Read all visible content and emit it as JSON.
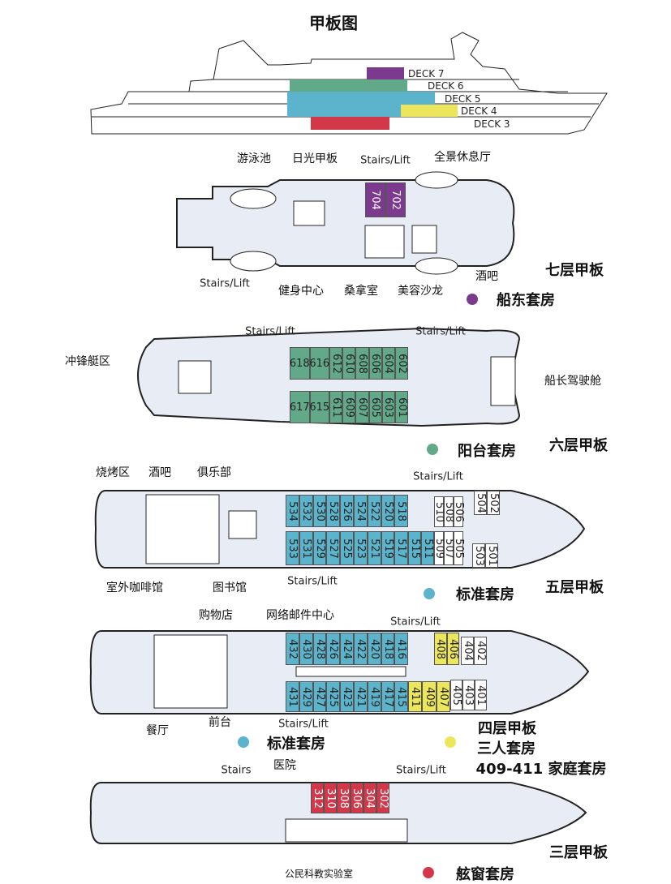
{
  "title": "甲板图",
  "colors": {
    "owner": "#7b3a8e",
    "balcony": "#62a98a",
    "standard": "#5bb4cb",
    "triple": "#ece65c",
    "porthole": "#d2374a",
    "deck_fill": "#e8edf5",
    "white": "#ffffff"
  },
  "profile": {
    "decks": [
      "DECK 7",
      "DECK 6",
      "DECK 5",
      "DECK 4",
      "DECK 3"
    ]
  },
  "deck7": {
    "name": "七层甲板",
    "labels": {
      "pool": "游泳池",
      "sun_deck": "日光甲板",
      "stairs_top": "Stairs/Lift",
      "lounge": "全景休息厅",
      "stairs_bottom": "Stairs/Lift",
      "gym": "健身中心",
      "sauna": "桑拿室",
      "salon": "美容沙龙",
      "bar": "酒吧"
    },
    "legend": "船东套房",
    "cabins": [
      "704",
      "702"
    ]
  },
  "deck6": {
    "name": "六层甲板",
    "labels": {
      "stairs_a": "Stairs/Lift",
      "stairs_b": "Stairs/Lift",
      "zodiac": "冲锋艇区",
      "bridge": "船长驾驶舱"
    },
    "legend": "阳台套房",
    "cabins_top_wide": [
      "618",
      "616"
    ],
    "cabins_top": [
      "612",
      "610",
      "608",
      "606",
      "604",
      "602"
    ],
    "cabins_bottom_wide": [
      "617",
      "615"
    ],
    "cabins_bottom": [
      "611",
      "609",
      "607",
      "605",
      "603",
      "601"
    ]
  },
  "deck5": {
    "name": "五层甲板",
    "labels": {
      "bbq": "烧烤区",
      "bar": "酒吧",
      "club": "俱乐部",
      "stairs_a": "Stairs/Lift",
      "cafe": "室外咖啡馆",
      "library": "图书馆",
      "stairs_b": "Stairs/Lift"
    },
    "legend": "标准套房",
    "cabins_top": [
      "534",
      "532",
      "530",
      "528",
      "526",
      "524",
      "522",
      "520",
      "518"
    ],
    "cabins_bottom": [
      "533",
      "531",
      "529",
      "527",
      "525",
      "523",
      "521",
      "519",
      "517"
    ],
    "cabins_bottom_mid": [
      "515",
      "511"
    ],
    "cabins_white_top": [
      "510",
      "508",
      "506"
    ],
    "cabins_white_top_fwd": [
      "504",
      "502"
    ],
    "cabins_white_bottom": [
      "509",
      "507",
      "505"
    ],
    "cabins_white_bottom_fwd": [
      "503",
      "501"
    ]
  },
  "deck4": {
    "name": "四层甲板",
    "labels": {
      "shop": "购物店",
      "internet": "网络邮件中心",
      "stairs_a": "Stairs/Lift",
      "restaurant": "餐厅",
      "reception": "前台",
      "stairs_b": "Stairs/Lift"
    },
    "legend_standard": "标准套房",
    "legend_triple": "三人套房",
    "legend_family": "409-411 家庭套房",
    "cabins_top": [
      "432",
      "430",
      "428",
      "426",
      "424",
      "422",
      "420",
      "418",
      "416"
    ],
    "cabins_bottom": [
      "431",
      "429",
      "427",
      "425",
      "423",
      "421",
      "419",
      "417",
      "415"
    ],
    "cabins_yellow_top": [
      "408",
      "406"
    ],
    "cabins_yellow_bottom": [
      "411",
      "409",
      "407"
    ],
    "cabins_white_top": [
      "404",
      "402"
    ],
    "cabins_white_bottom": [
      "405",
      "403",
      "401"
    ]
  },
  "deck3": {
    "name": "三层甲板",
    "labels": {
      "stairs": "Stairs",
      "hospital": "医院",
      "stairs_lift": "Stairs/Lift",
      "lab": "公民科教实验室"
    },
    "legend": "舷窗套房",
    "cabins": [
      "312",
      "310",
      "308",
      "306",
      "304",
      "302"
    ]
  }
}
